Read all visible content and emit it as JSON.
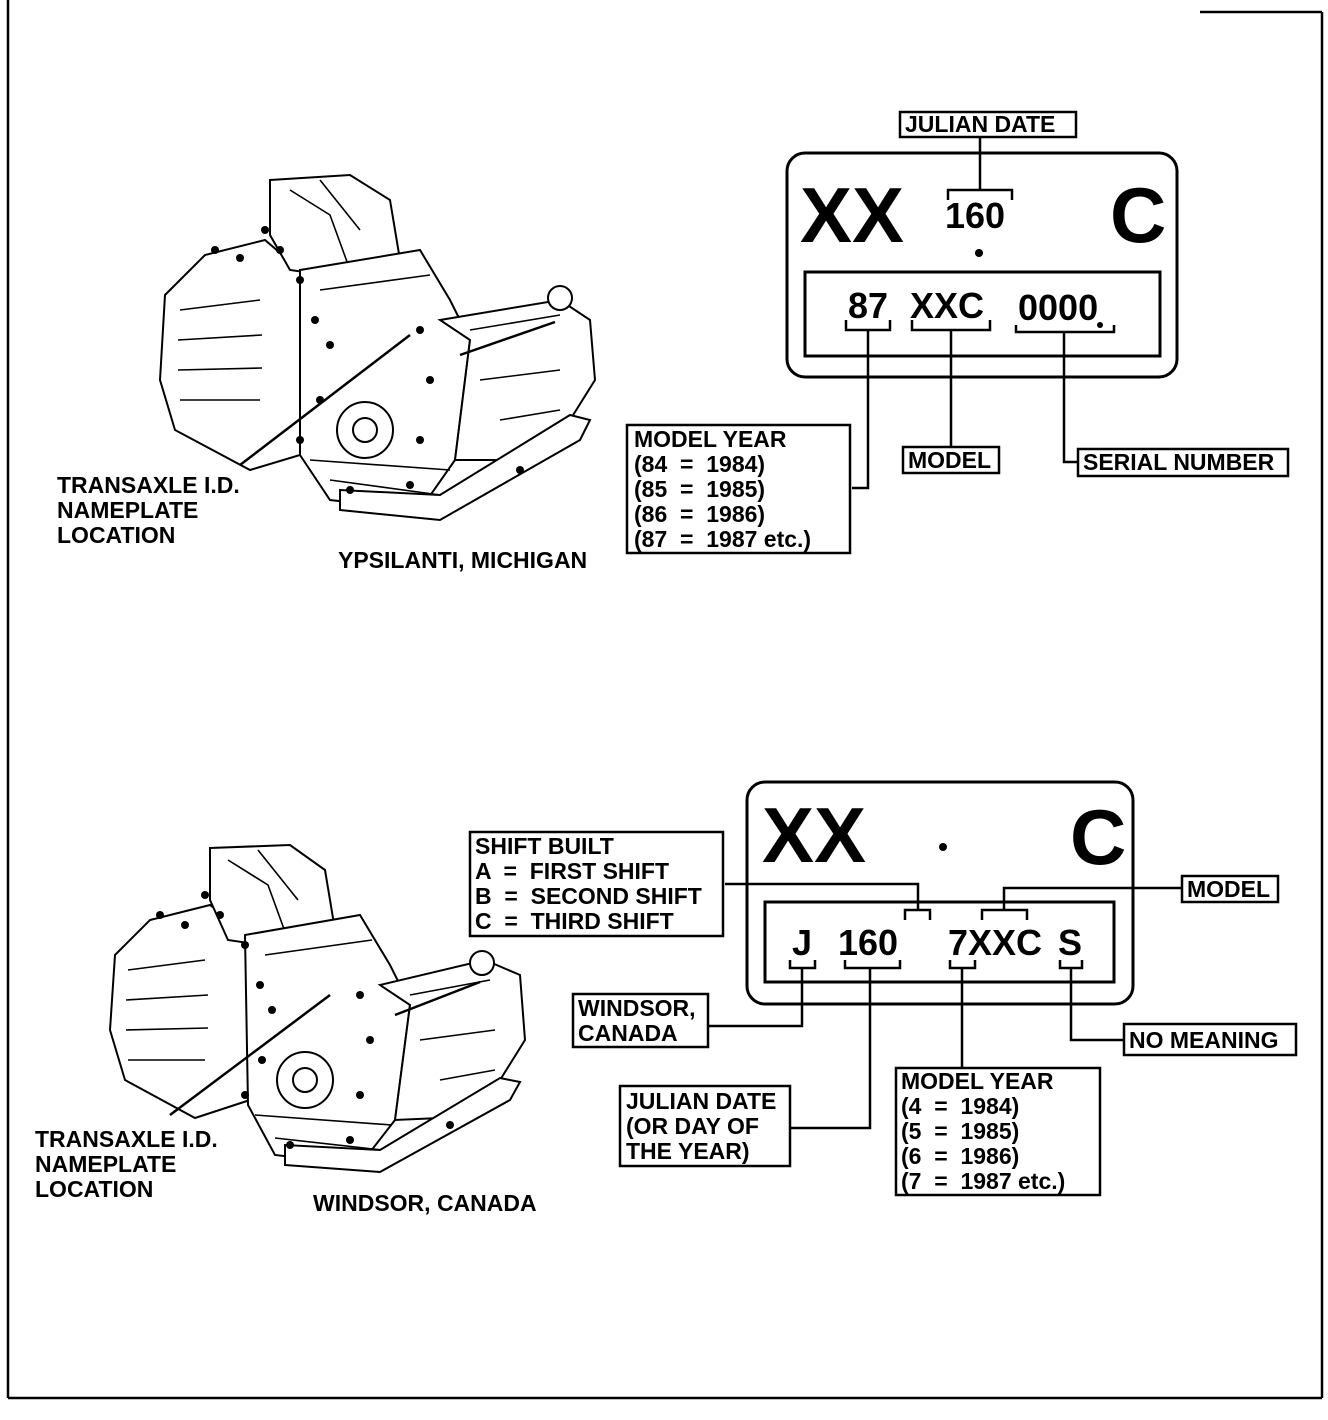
{
  "top": {
    "location_caption": "YPSILANTI, MICHIGAN",
    "nameplate_label": [
      "TRANSAXLE I.D.",
      "NAMEPLATE",
      "LOCATION"
    ],
    "plate": {
      "big_left": "XX",
      "big_right": "C",
      "date_code": "160",
      "row_codes": [
        "87",
        "XXC",
        "0000"
      ]
    },
    "callouts": {
      "julian_date": "JULIAN DATE",
      "model": "MODEL",
      "serial_number": "SERIAL NUMBER",
      "model_year": [
        "MODEL YEAR",
        "(84  =  1984)",
        "(85  =  1985)",
        "(86  =  1986)",
        "(87  =  1987 etc.)"
      ]
    }
  },
  "bottom": {
    "location_caption": "WINDSOR, CANADA",
    "nameplate_label": [
      "TRANSAXLE I.D.",
      "NAMEPLATE",
      "LOCATION"
    ],
    "plate": {
      "big_left": "XX",
      "big_right": "C",
      "row_codes": [
        "J",
        "160",
        "7XXC",
        "S"
      ]
    },
    "callouts": {
      "shift_built": [
        "SHIFT BUILT",
        "A  =  FIRST SHIFT",
        "B  =  SECOND SHIFT",
        "C  =  THIRD SHIFT"
      ],
      "model": "MODEL",
      "windsor": [
        "WINDSOR,",
        "CANADA"
      ],
      "no_meaning": "NO MEANING",
      "julian_date": [
        "JULIAN DATE",
        "(OR DAY OF",
        "THE YEAR)"
      ],
      "model_year": [
        "MODEL YEAR",
        "(4  =  1984)",
        "(5  =  1985)",
        "(6  =  1986)",
        "(7  =  1987 etc.)"
      ]
    }
  }
}
